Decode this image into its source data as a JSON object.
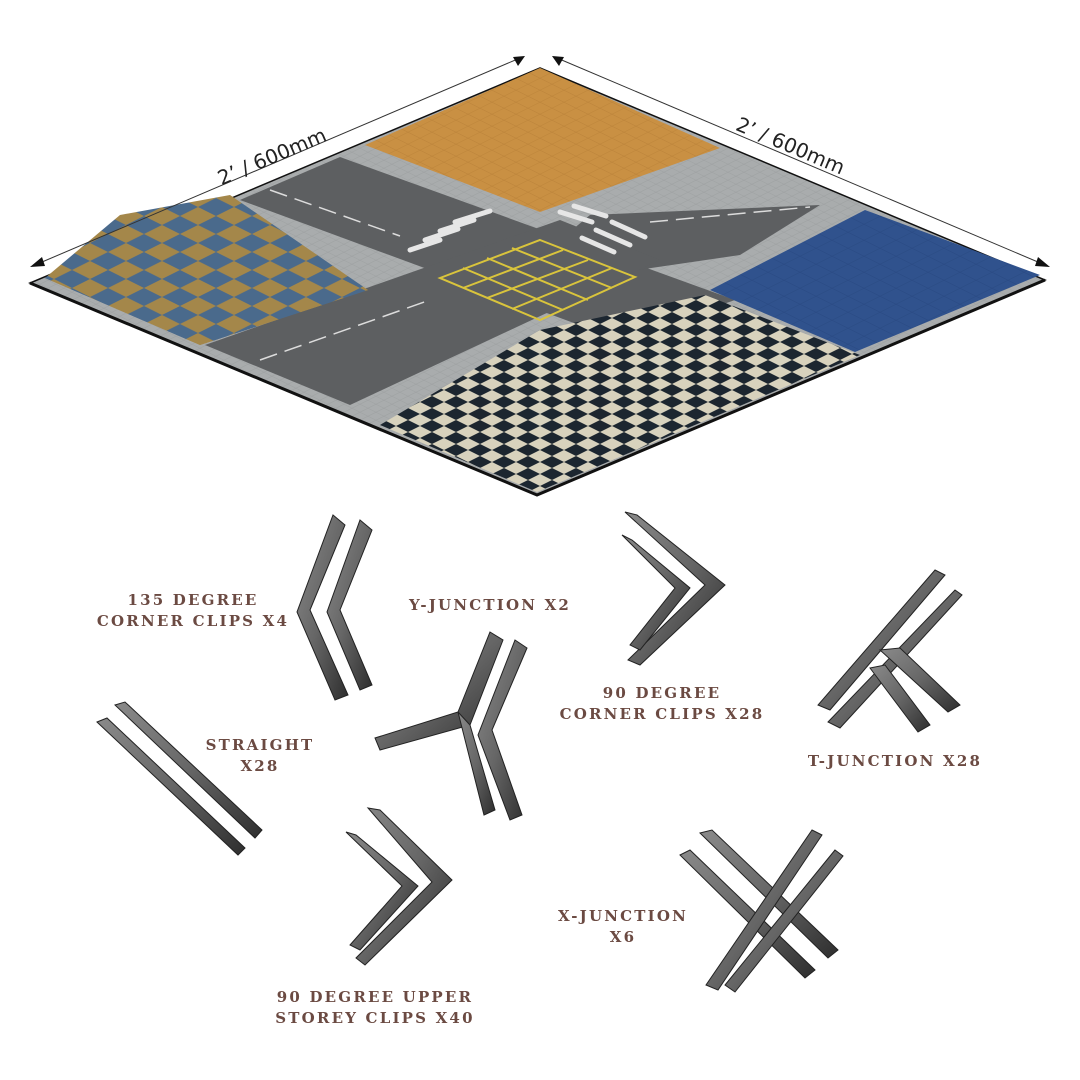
{
  "dimensions": {
    "left_edge": "2’ / 600mm",
    "right_edge": "2’ / 600mm"
  },
  "mat": {
    "tiles": [
      {
        "name": "orange-tile-floor",
        "color": "#c8903f"
      },
      {
        "name": "blue-tan-checker-floor",
        "color": "#3d5f86"
      },
      {
        "name": "blue-tile-floor",
        "color": "#2d4e8a"
      },
      {
        "name": "black-white-checker-floor",
        "color": "#1c2630"
      }
    ],
    "road_color": "#5e6062",
    "pavement_color": "#a7aaab",
    "box_junction_color": "#d8c23a"
  },
  "clips": [
    {
      "id": "corner135",
      "label": "135 DEGREE\nCORNER CLIPS X4"
    },
    {
      "id": "yjunction",
      "label": "Y-JUNCTION X2"
    },
    {
      "id": "corner90",
      "label": "90 DEGREE\nCORNER CLIPS X28"
    },
    {
      "id": "tjunction",
      "label": "T-JUNCTION X28"
    },
    {
      "id": "straight",
      "label": "STRAIGHT\nX28"
    },
    {
      "id": "xjunction",
      "label": "X-JUNCTION\nX6"
    },
    {
      "id": "upper90",
      "label": "90 DEGREE UPPER\nSTOREY CLIPS X40"
    }
  ],
  "colors": {
    "label_text": "#6b4a42",
    "clip_light": "#8a8a8a",
    "clip_mid": "#6a6a6a",
    "clip_dark": "#2a2a2a"
  }
}
